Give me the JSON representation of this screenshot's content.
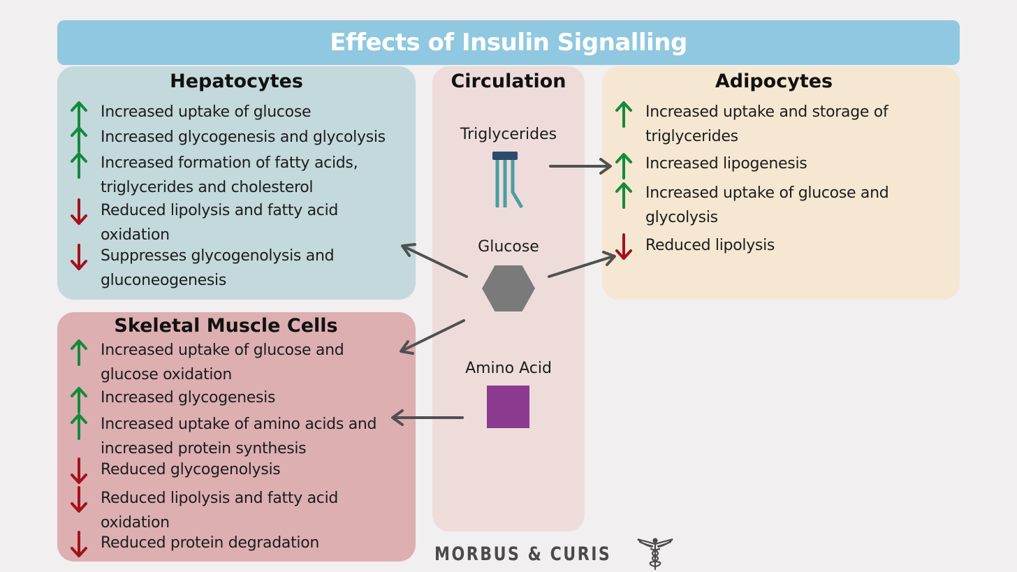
{
  "title": "Effects of Insulin Signalling",
  "colors": {
    "title_bar": "#8fc8e0",
    "hepatocytes_panel": "#c3d9db",
    "circulation_panel": "#eedcdb",
    "adipocytes_panel": "#f5e7d2",
    "muscle_panel": "#ddafb1",
    "up_arrow": "#138a3e",
    "down_arrow": "#a3121c",
    "glucose": "#7a7a7a",
    "amino_acid": "#8b3a8f",
    "triglyceride": "#4a9ea0"
  },
  "hepatocytes": {
    "heading": "Hepatocytes",
    "items": [
      {
        "direction": "up",
        "icon": "up-arrow-icon",
        "lines": [
          "Increased uptake of glucose"
        ]
      },
      {
        "direction": "up",
        "icon": "up-arrow-icon",
        "lines": [
          "Increased glycogenesis and glycolysis"
        ]
      },
      {
        "direction": "up",
        "icon": "up-arrow-icon",
        "lines": [
          "Increased formation of fatty acids,",
          "triglycerides and cholesterol"
        ]
      },
      {
        "direction": "down",
        "icon": "down-arrow-icon",
        "lines": [
          "Reduced lipolysis and fatty acid",
          "oxidation"
        ]
      },
      {
        "direction": "down",
        "icon": "down-arrow-icon",
        "lines": [
          "Suppresses glycogenolysis and",
          "gluconeogenesis"
        ]
      }
    ]
  },
  "circulation": {
    "heading": "Circulation",
    "molecules": [
      {
        "label": "Triglycerides",
        "icon": "triglyceride-icon"
      },
      {
        "label": "Glucose",
        "icon": "hexagon-icon"
      },
      {
        "label": "Amino Acid",
        "icon": "square-icon"
      }
    ]
  },
  "adipocytes": {
    "heading": "Adipocytes",
    "items": [
      {
        "direction": "up",
        "icon": "up-arrow-icon",
        "lines": [
          "Increased uptake and storage of",
          "triglycerides"
        ]
      },
      {
        "direction": "up",
        "icon": "up-arrow-icon",
        "lines": [
          "Increased lipogenesis"
        ]
      },
      {
        "direction": "up",
        "icon": "up-arrow-icon",
        "lines": [
          "Increased uptake of glucose and",
          "glycolysis"
        ]
      },
      {
        "direction": "down",
        "icon": "down-arrow-icon",
        "lines": [
          "Reduced lipolysis"
        ]
      }
    ]
  },
  "muscle": {
    "heading": "Skeletal Muscle Cells",
    "items": [
      {
        "direction": "up",
        "icon": "up-arrow-icon",
        "lines": [
          "Increased uptake of glucose and",
          "glucose oxidation"
        ]
      },
      {
        "direction": "up",
        "icon": "up-arrow-icon",
        "lines": [
          "Increased glycogenesis"
        ]
      },
      {
        "direction": "up",
        "icon": "up-arrow-icon",
        "lines": [
          "Increased uptake of amino acids and",
          "increased protein synthesis"
        ]
      },
      {
        "direction": "down",
        "icon": "down-arrow-icon",
        "lines": [
          "Reduced glycogenolysis"
        ]
      },
      {
        "direction": "down",
        "icon": "down-arrow-icon",
        "lines": [
          "Reduced lipolysis and fatty acid",
          "oxidation"
        ]
      },
      {
        "direction": "down",
        "icon": "down-arrow-icon",
        "lines": [
          "Reduced protein degradation"
        ]
      }
    ]
  },
  "brand": {
    "text": "MORBUS & CURIS",
    "icon": "caduceus-icon"
  }
}
